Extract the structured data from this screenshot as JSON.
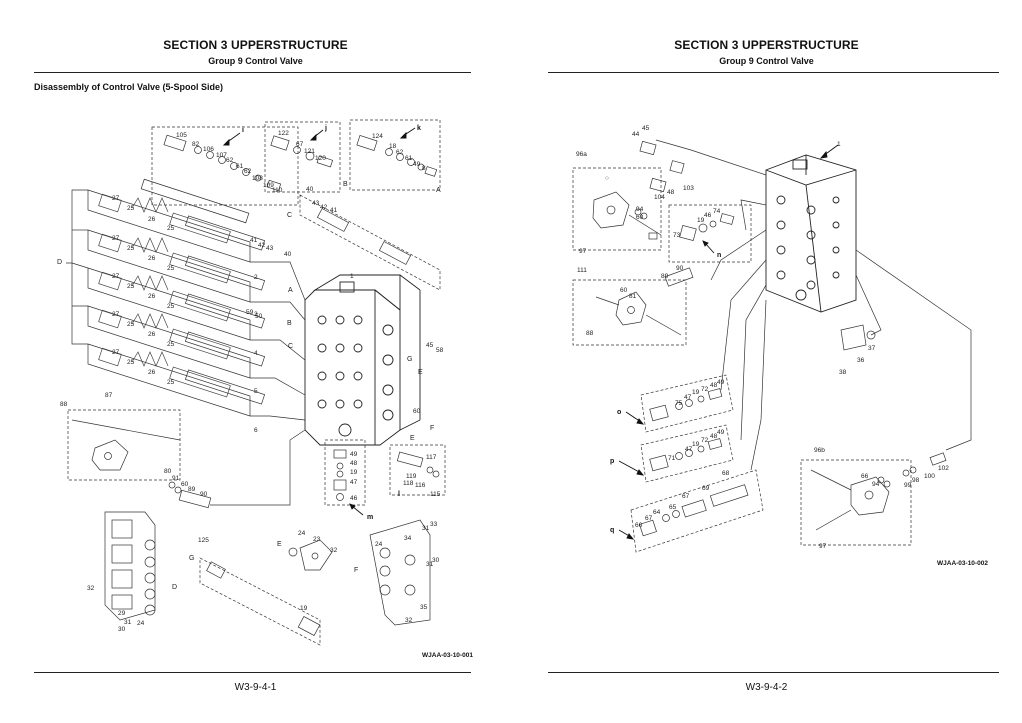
{
  "left": {
    "section_title": "SECTION 3 UPPERSTRUCTURE",
    "group_title": "Group 9 Control Valve",
    "subtitle": "Disassembly of Control Valve (5-Spool Side)",
    "figure_code": "WJAA-03-10-001",
    "page_number": "W3-9-4-1",
    "assembly_letters": [
      "i",
      "j",
      "k",
      "m",
      "l"
    ],
    "connector_letters": [
      "A",
      "B",
      "C",
      "D",
      "E",
      "F",
      "G"
    ],
    "callouts": [
      "105",
      "82",
      "106",
      "107",
      "62",
      "61",
      "62",
      "108",
      "109",
      "110",
      "122",
      "67",
      "121",
      "120",
      "124",
      "18",
      "62",
      "61",
      "49",
      "8",
      "40",
      "43",
      "42",
      "41",
      "40",
      "27",
      "25",
      "26",
      "1",
      "2",
      "3",
      "4",
      "5",
      "6",
      "59",
      "50",
      "45",
      "58",
      "60",
      "88",
      "87",
      "80",
      "91",
      "60",
      "89",
      "90",
      "49",
      "48",
      "19",
      "47",
      "46",
      "117",
      "119",
      "118",
      "116",
      "115",
      "125",
      "19",
      "24",
      "23",
      "32",
      "34",
      "31",
      "33",
      "30",
      "35",
      "29",
      "31",
      "24",
      "32"
    ]
  },
  "right": {
    "section_title": "SECTION 3 UPPERSTRUCTURE",
    "group_title": "Group 9 Control Valve",
    "figure_code": "WJAA-03-10-002",
    "page_number": "W3-9-4-2",
    "assembly_letters": [
      "n",
      "o",
      "p",
      "q"
    ],
    "callouts": [
      "44",
      "45",
      "96a",
      "94",
      "60",
      "97",
      "1",
      "48",
      "103",
      "104",
      "73",
      "19",
      "46",
      "74",
      "89",
      "90",
      "111",
      "60",
      "81",
      "88",
      "37",
      "36",
      "38",
      "47",
      "19",
      "72",
      "48",
      "49",
      "75",
      "47",
      "19",
      "72",
      "48",
      "49",
      "71",
      "68",
      "69",
      "67",
      "65",
      "64",
      "67",
      "66",
      "96b",
      "66",
      "94",
      "99",
      "98",
      "100",
      "102",
      "97"
    ]
  }
}
